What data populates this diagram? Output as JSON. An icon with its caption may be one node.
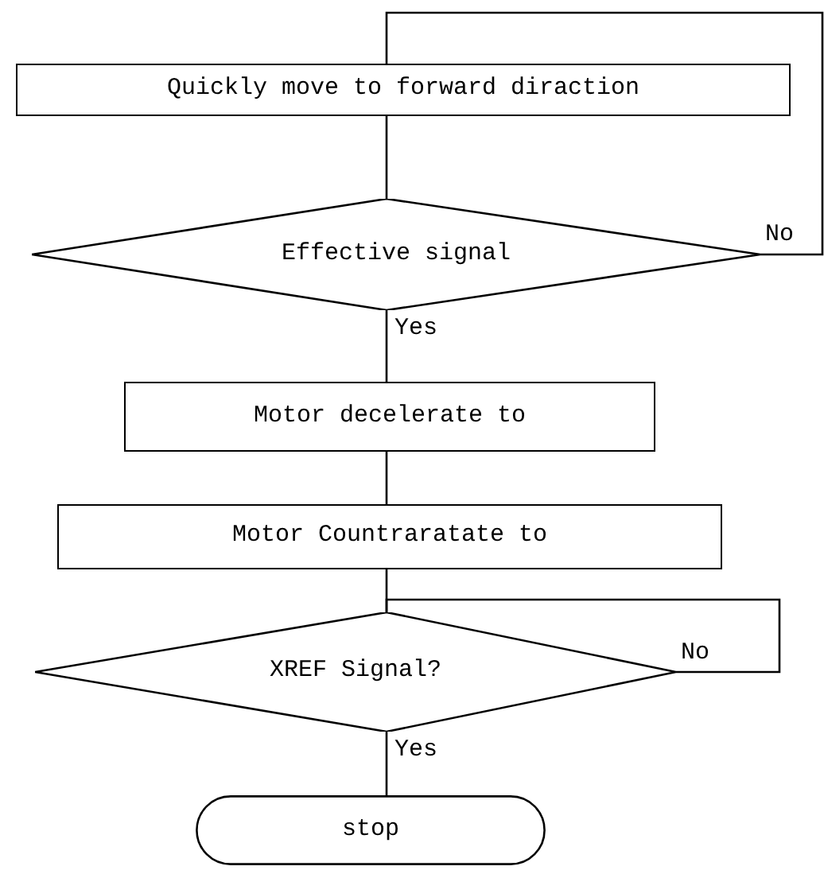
{
  "diagram": {
    "nodes": [
      {
        "text": [
          "Quickly move to forward diraction"
        ]
      },
      {
        "text": [
          "Effective signal"
        ]
      },
      {
        "text": [
          "Motor decelerate to"
        ]
      },
      {
        "text": [
          "Motor Countraratate to"
        ]
      },
      {
        "text": [
          "XREF Signal?"
        ]
      },
      {
        "text": [
          "stop"
        ]
      }
    ],
    "edges": [
      {
        "from": 0,
        "to": 1,
        "arrow": "none"
      },
      {
        "from": 1,
        "to": 2,
        "arrow": "none",
        "label": "Yes"
      },
      {
        "from": 2,
        "to": 3,
        "arrow": "none"
      },
      {
        "from": 3,
        "to": 4,
        "arrow": "none"
      },
      {
        "from": 4,
        "to": 5,
        "arrow": "none",
        "label": "Yes"
      },
      {
        "from": 1,
        "to": 0,
        "arrow": "none",
        "label": "No"
      },
      {
        "from": 4,
        "to": 4,
        "arrow": "none",
        "label": "No"
      }
    ]
  }
}
